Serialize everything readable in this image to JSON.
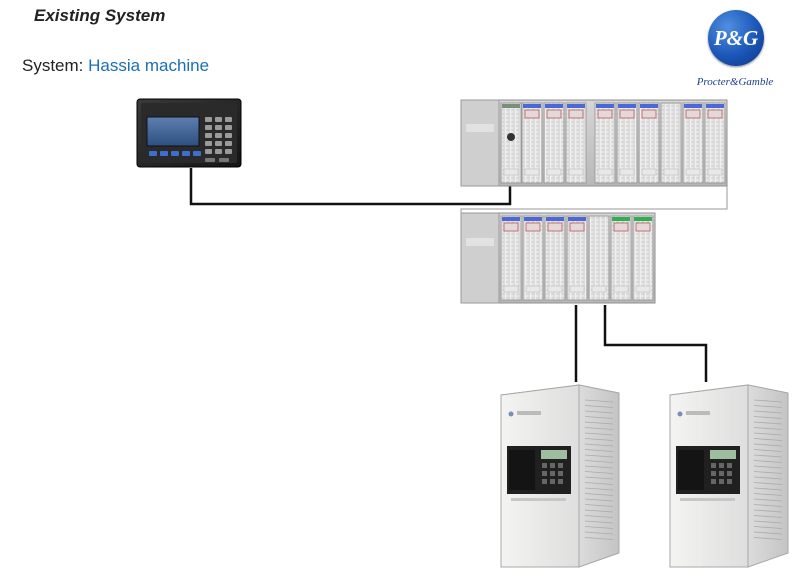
{
  "heading": "Existing System",
  "system_label": "System:",
  "system_name": "Hassia machine",
  "logo": {
    "mark": "P&G",
    "name": "Procter&Gamble"
  },
  "colors": {
    "system_name": "#1a6fb5",
    "module_status": "#4a68d8",
    "module_status_green": "#2fb04f",
    "cable": "#111111"
  },
  "components": {
    "hmi": "panelview-terminal",
    "rack1": "chassis-with-processor-and-io-cards",
    "rack2": "chassis-with-io-cards",
    "drive1": "ac-drive",
    "drive2": "ac-drive"
  }
}
